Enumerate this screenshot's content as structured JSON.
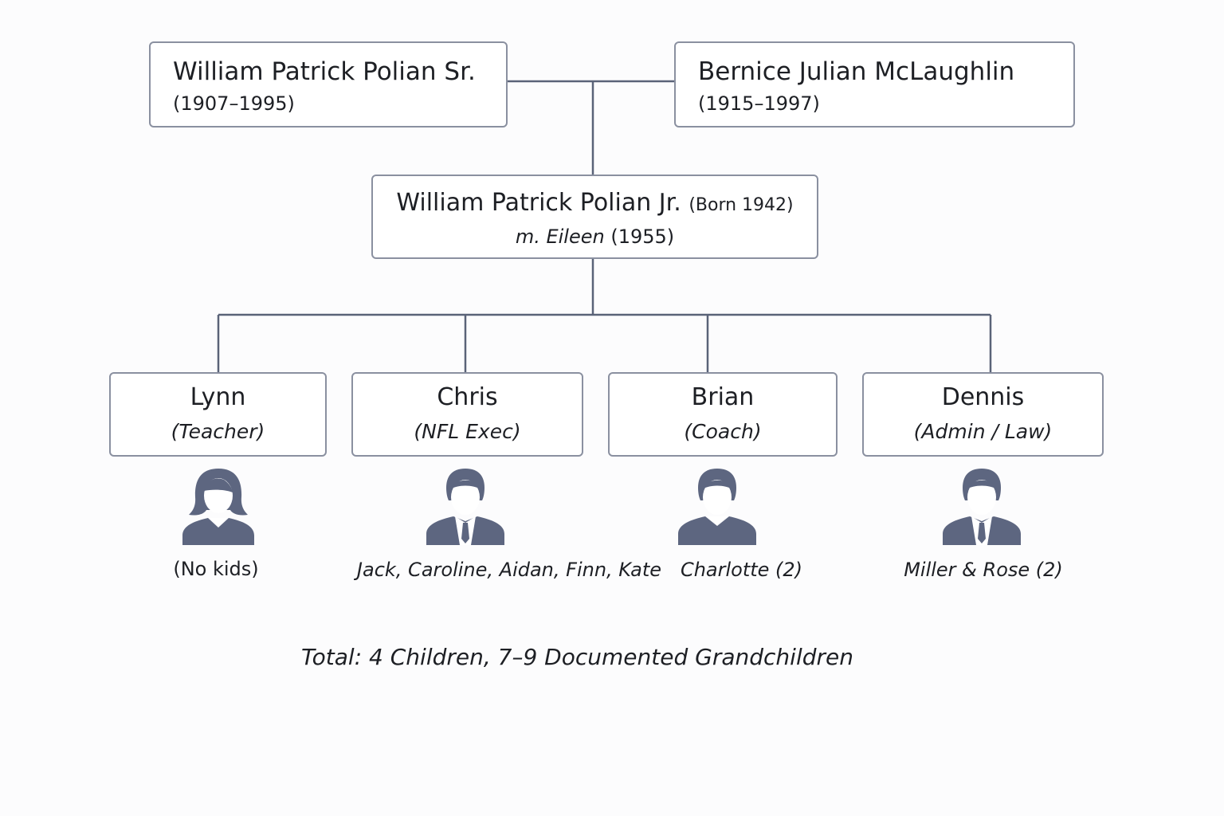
{
  "parents": [
    {
      "name": "William Patrick Polian Sr.",
      "dates": "(1907–1995)"
    },
    {
      "name": "Bernice Julian McLaughlin",
      "dates": "(1915–1997)"
    }
  ],
  "center": {
    "name": "William Patrick Polian Jr.",
    "born": "(Born 1942)",
    "spouse": "m. Eileen",
    "married": "(1955)"
  },
  "children": [
    {
      "name": "Lynn",
      "role": "(Teacher)",
      "icon": "female-person-icon",
      "kids": "(No kids)"
    },
    {
      "name": "Chris",
      "role": "(NFL Exec)",
      "icon": "male-person-suit-icon",
      "kids": "Jack, Caroline, Aidan, Finn, Kate"
    },
    {
      "name": "Brian",
      "role": "(Coach)",
      "icon": "male-person-icon",
      "kids": "Charlotte (2)"
    },
    {
      "name": "Dennis",
      "role": "(Admin / Law)",
      "icon": "male-person-suit-icon",
      "kids": "Miller & Rose (2)"
    }
  ],
  "total": "Total: 4 Children, 7–9 Documented Grandchildren",
  "colors": {
    "line": "#5a6378",
    "border": "#8a90a0",
    "avatar": "#5d6680"
  }
}
